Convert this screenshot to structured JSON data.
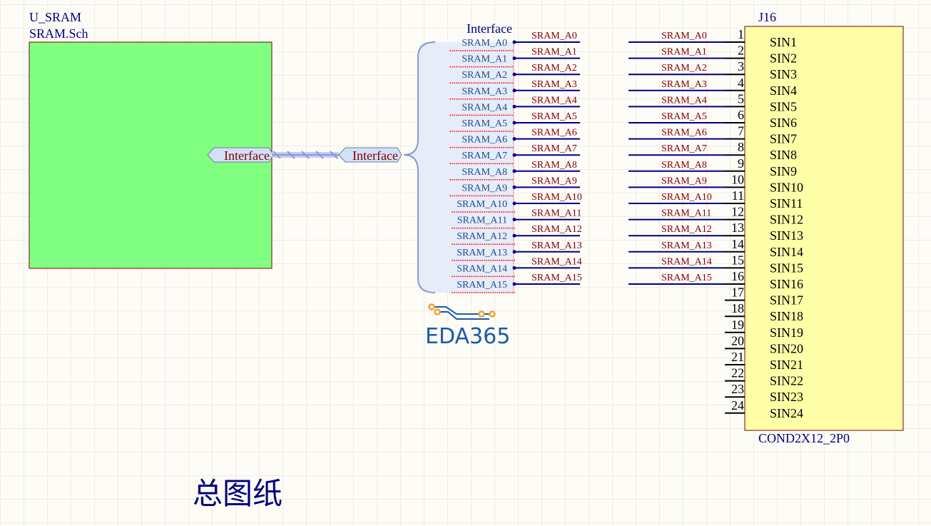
{
  "sheet_symbol": {
    "designator": "U_SRAM",
    "filename": "SRAM.Sch",
    "entry": "Interface",
    "fill": "#80ff80"
  },
  "port": {
    "label": "Interface"
  },
  "harness": {
    "title": "Interface",
    "entries": [
      "SRAM_A0",
      "SRAM_A1",
      "SRAM_A2",
      "SRAM_A3",
      "SRAM_A4",
      "SRAM_A5",
      "SRAM_A6",
      "SRAM_A7",
      "SRAM_A8",
      "SRAM_A9",
      "SRAM_A10",
      "SRAM_A11",
      "SRAM_A12",
      "SRAM_A13",
      "SRAM_A14",
      "SRAM_A15"
    ]
  },
  "net_labels": [
    "SRAM_A0",
    "SRAM_A1",
    "SRAM_A2",
    "SRAM_A3",
    "SRAM_A4",
    "SRAM_A5",
    "SRAM_A6",
    "SRAM_A7",
    "SRAM_A8",
    "SRAM_A9",
    "SRAM_A10",
    "SRAM_A11",
    "SRAM_A12",
    "SRAM_A13",
    "SRAM_A14",
    "SRAM_A15"
  ],
  "connector": {
    "designator": "J16",
    "comment": "COND2X12_2P0",
    "fill": "#ffffa8",
    "pin_numbers": [
      "1",
      "2",
      "3",
      "4",
      "5",
      "6",
      "7",
      "8",
      "9",
      "10",
      "11",
      "12",
      "13",
      "14",
      "15",
      "16",
      "17",
      "18",
      "19",
      "20",
      "21",
      "22",
      "23",
      "24"
    ],
    "pin_names": [
      "SIN1",
      "SIN2",
      "SIN3",
      "SIN4",
      "SIN5",
      "SIN6",
      "SIN7",
      "SIN8",
      "SIN9",
      "SIN10",
      "SIN11",
      "SIN12",
      "SIN13",
      "SIN14",
      "SIN15",
      "SIN16",
      "SIN17",
      "SIN18",
      "SIN19",
      "SIN20",
      "SIN21",
      "SIN22",
      "SIN23",
      "SIN24"
    ]
  },
  "sheet_title": "总图纸",
  "watermark": "EDA365",
  "colors": {
    "wire": "#000080",
    "net_label": "#800000",
    "harness": "#8a9bd0",
    "harness_fill": "#e6ecf8"
  }
}
